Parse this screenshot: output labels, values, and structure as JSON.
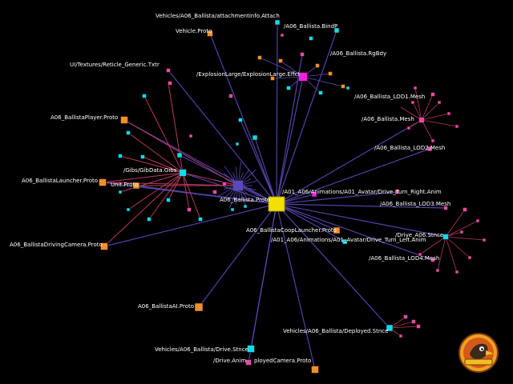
{
  "colors": {
    "background": "#000000",
    "edge_main": "#5a4ab8",
    "edge_red": "#b83a5a",
    "hub": "#f2e000",
    "cyan": "#18d8e8",
    "pink": "#e84aa0",
    "orange": "#f0902a",
    "magenta": "#f020e0",
    "label": "#ffffff"
  },
  "labels": {
    "l01": "Vehicles/A06_Ballista/attachmentinfo.Attach",
    "l02": "/A06_Ballista.BindP",
    "l03": "Vehicle.Proto",
    "l04": "/A06_Ballista.RgBdy",
    "l05": "UI/Textures/Reticle_Generic.Txtr",
    "l06": "/ExplosionLarge/ExplosionLarge.Effct",
    "l07": "/A06_Ballista_LOD1.Mesh",
    "l08": "/A06_Ballista.Mesh",
    "l09": "A06_BallistaPlayer.Proto",
    "l10": "/A06_Ballista_LOD2.Mesh",
    "l11": "/Gibs/GibData.Gibs",
    "l12": "A06_BallistaLauncher.Proto",
    "l13": "Unit.Proto",
    "l14": "/A01_A06/Animations/A01_Avatar/Drive_Turn_Right.Anim",
    "l15": "A06_Ballista.Proto",
    "l16": "/A06_Ballista_LOD3.Mesh",
    "l17": "A06_BallistaCoopLauncher.Proto",
    "l18": "/Drive_A06.Stnce",
    "l19": "/A01_A06/Animations/A01_Avatar/Drive_Turn_Left.Anim",
    "l20": "A06_BallistaDrivingCamera.Proto",
    "l21": "/A06_Ballista_LOD4.Mesh",
    "l22": "A06_BallistaAI.Proto",
    "l23": "Vehicles/A06_Ballista/Deployed.Stnce",
    "l24": "Vehicles/A06_Ballista/Drive.Stnce",
    "l25": "/Drive.Anim",
    "l26": "ployedCamera.Proto"
  },
  "icons": {
    "logo": "hammer-bird-logo-icon"
  }
}
